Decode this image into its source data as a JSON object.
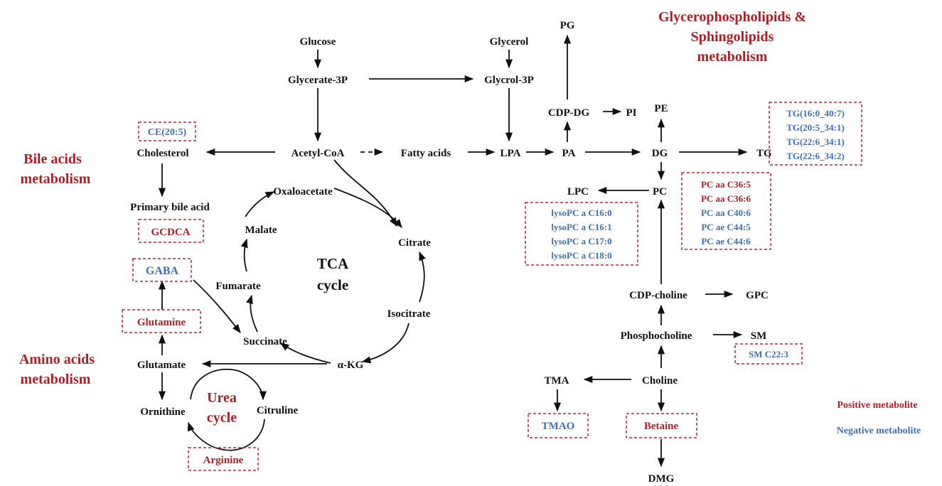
{
  "colors": {
    "positive": "#b01e23",
    "negative": "#3e6fba",
    "box_border": "#c1272d",
    "text": "#111111"
  },
  "titles": {
    "glycero_line1": "Glycerophospholipids &",
    "glycero_line2": "Sphingolipids",
    "glycero_line3": "metabolism",
    "bile_line1": "Bile acids",
    "bile_line2": "metabolism",
    "amino_line1": "Amino acids",
    "amino_line2": "metabolism"
  },
  "cycles": {
    "tca_line1": "TCA",
    "tca_line2": "cycle",
    "urea_line1": "Urea",
    "urea_line2": "cycle"
  },
  "nodes": {
    "glucose": "Glucose",
    "glycerate3p": "Glycerate-3P",
    "glycerol": "Glycerol",
    "glycrol3p": "Glycrol-3P",
    "pg": "PG",
    "cdpdg": "CDP-DG",
    "pi": "PI",
    "pe": "PE",
    "cholesterol": "Cholesterol",
    "acetylcoa": "Acetyl-CoA",
    "fattyacids": "Fatty acids",
    "lpa": "LPA",
    "pa": "PA",
    "dg": "DG",
    "tg": "TG",
    "oxaloacetate": "Oxaloacetate",
    "primarybileacid": "Primary bile acid",
    "malate": "Malate",
    "citrate": "Citrate",
    "fumarate": "Fumarate",
    "isocitrate": "Isocitrate",
    "succinate": "Succinate",
    "akg": "α-KG",
    "glutamate": "Glutamate",
    "ornithine": "Ornithine",
    "citruline": "Citruline",
    "lpc": "LPC",
    "pc": "PC",
    "cdpcholine": "CDP-choline",
    "gpc": "GPC",
    "phosphocholine": "Phosphocholine",
    "sm": "SM",
    "tma": "TMA",
    "choline": "Choline",
    "dmg": "DMG"
  },
  "metabolites": {
    "ce": "CE(20:5)",
    "gcdca": "GCDCA",
    "gaba": "GABA",
    "glutamine": "Glutamine",
    "arginine": "Arginine",
    "tmao": "TMAO",
    "betaine": "Betaine",
    "sm_c22": "SM C22:3",
    "tg_list": [
      "TG(16:0_40:7)",
      "TG(20:5_34:1)",
      "TG(22:6_34:1)",
      "TG(22:6_34:2)"
    ],
    "pc_list": [
      "PC aa C36:5",
      "PC aa C36:6",
      "PC aa C40:6",
      "PC ae C44:5",
      "PC ae C44:6"
    ],
    "pc_list_status": [
      "positive",
      "positive",
      "negative",
      "negative",
      "negative"
    ],
    "lysopc_list": [
      "lysoPC a C16:0",
      "lysoPC a C16:1",
      "lysoPC a C17:0",
      "lysoPC a C18:0"
    ]
  },
  "legend": {
    "positive": "Positive metabolite",
    "negative": "Negative metabolite"
  }
}
